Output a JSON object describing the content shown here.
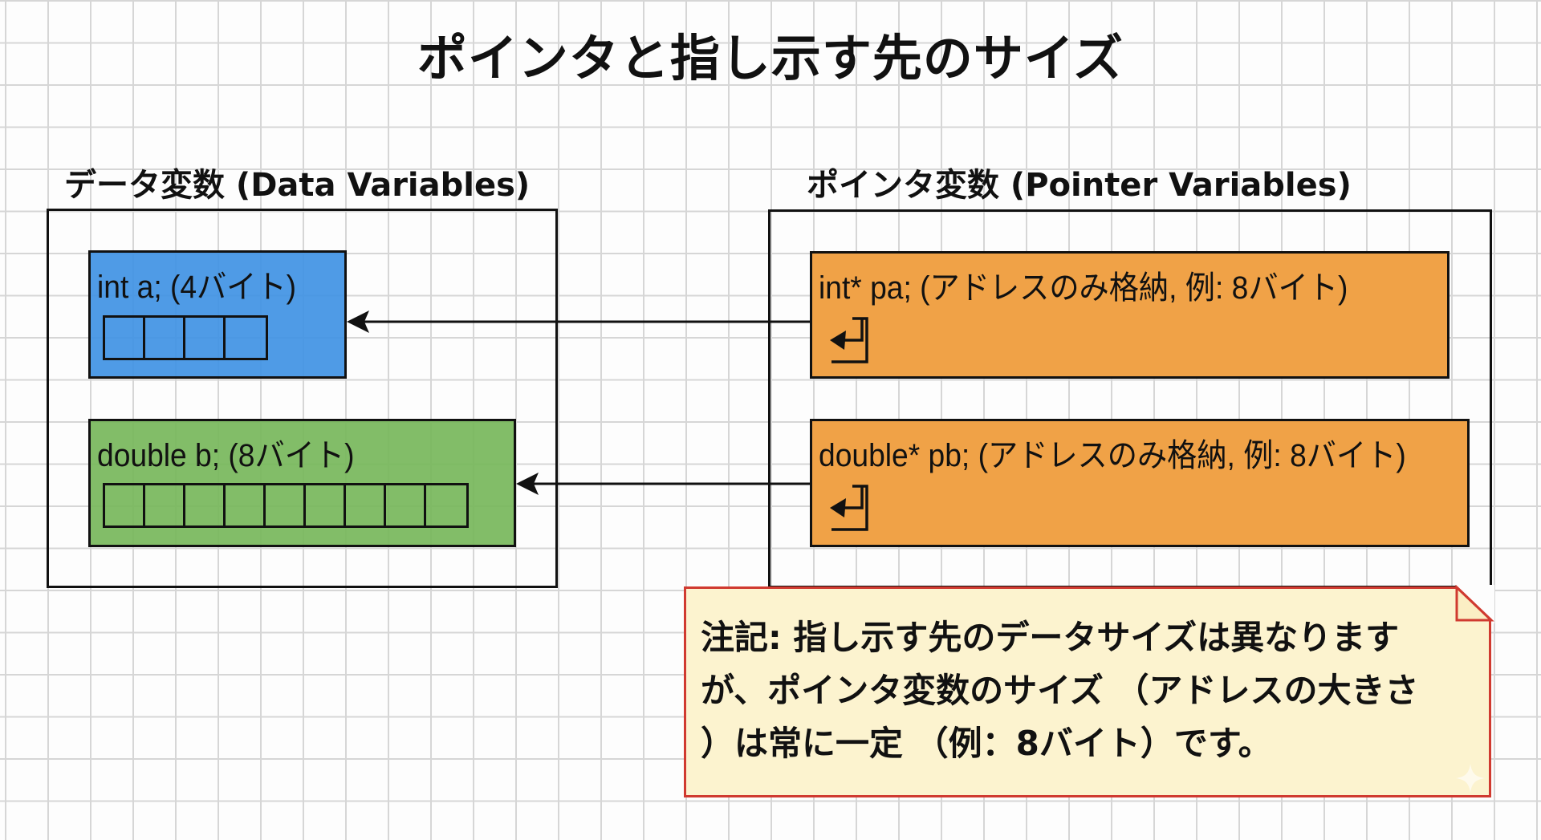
{
  "title": "ポインタと指し示す先のサイズ",
  "colors": {
    "int_box": "#4f9be6",
    "double_box": "#7dbb5d",
    "pointer_box": "#f0a247",
    "note_fill": "#fcf3cf",
    "note_border": "#d03a30",
    "grid": "#d6d6d6"
  },
  "data_variables": {
    "heading": "データ変数 (Data Variables)",
    "items": [
      {
        "label": "int a; (4バイト)",
        "cell_count": 4,
        "color": "blue"
      },
      {
        "label": "double b; (8バイト)",
        "cell_count": 9,
        "color": "green"
      }
    ]
  },
  "pointer_variables": {
    "heading": "ポインタ変数 (Pointer Variables)",
    "items": [
      {
        "label": "int* pa; (アドレスのみ格納, 例: 8バイト)",
        "icon": "return-arrow-icon",
        "points_to": "int a"
      },
      {
        "label": "double* pb; (アドレスのみ格納, 例: 8バイト)",
        "icon": "return-arrow-icon",
        "points_to": "double b"
      }
    ]
  },
  "note": {
    "lines": [
      "注記: 指し示す先のデータサイズは異なります",
      "が、ポインタ変数のサイズ （アドレスの大きさ",
      "）は常に一定 （例：8バイト）です。"
    ]
  }
}
